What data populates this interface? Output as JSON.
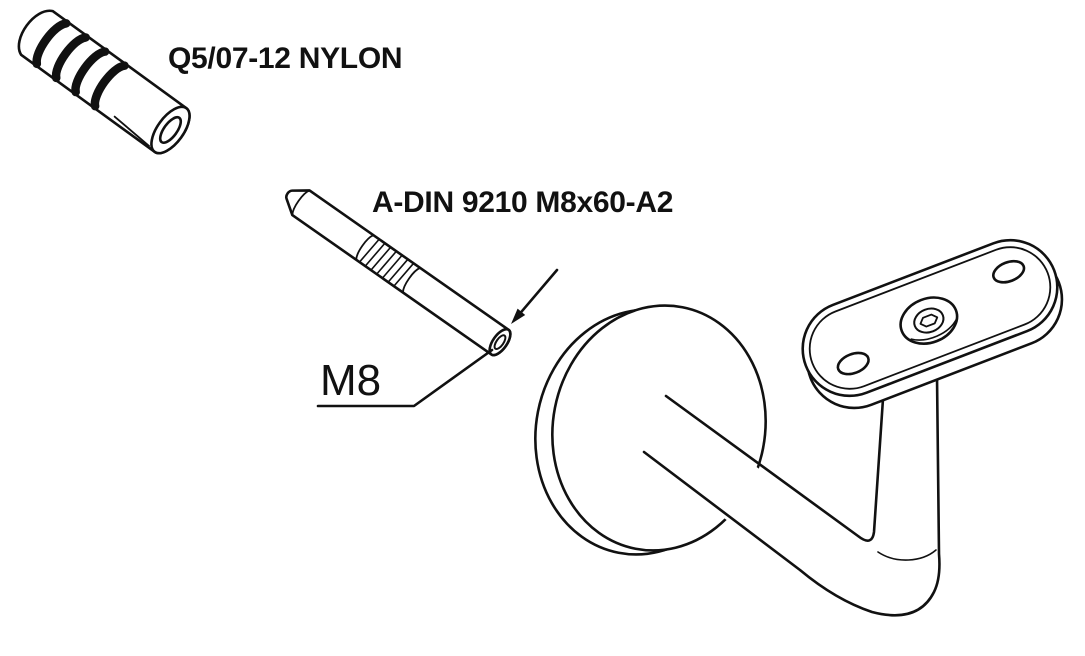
{
  "drawing": {
    "anchor_label": "Q5/07-12 NYLON",
    "stud_label": "A-DIN 9210 M8x60-A2",
    "dimension_label": "M8"
  },
  "parts": {
    "anchor": "nylon wall plug",
    "stud": "hanger bolt stud",
    "bracket": "handrail wall bracket"
  },
  "colors": {
    "line": "#111111",
    "background": "#ffffff"
  }
}
